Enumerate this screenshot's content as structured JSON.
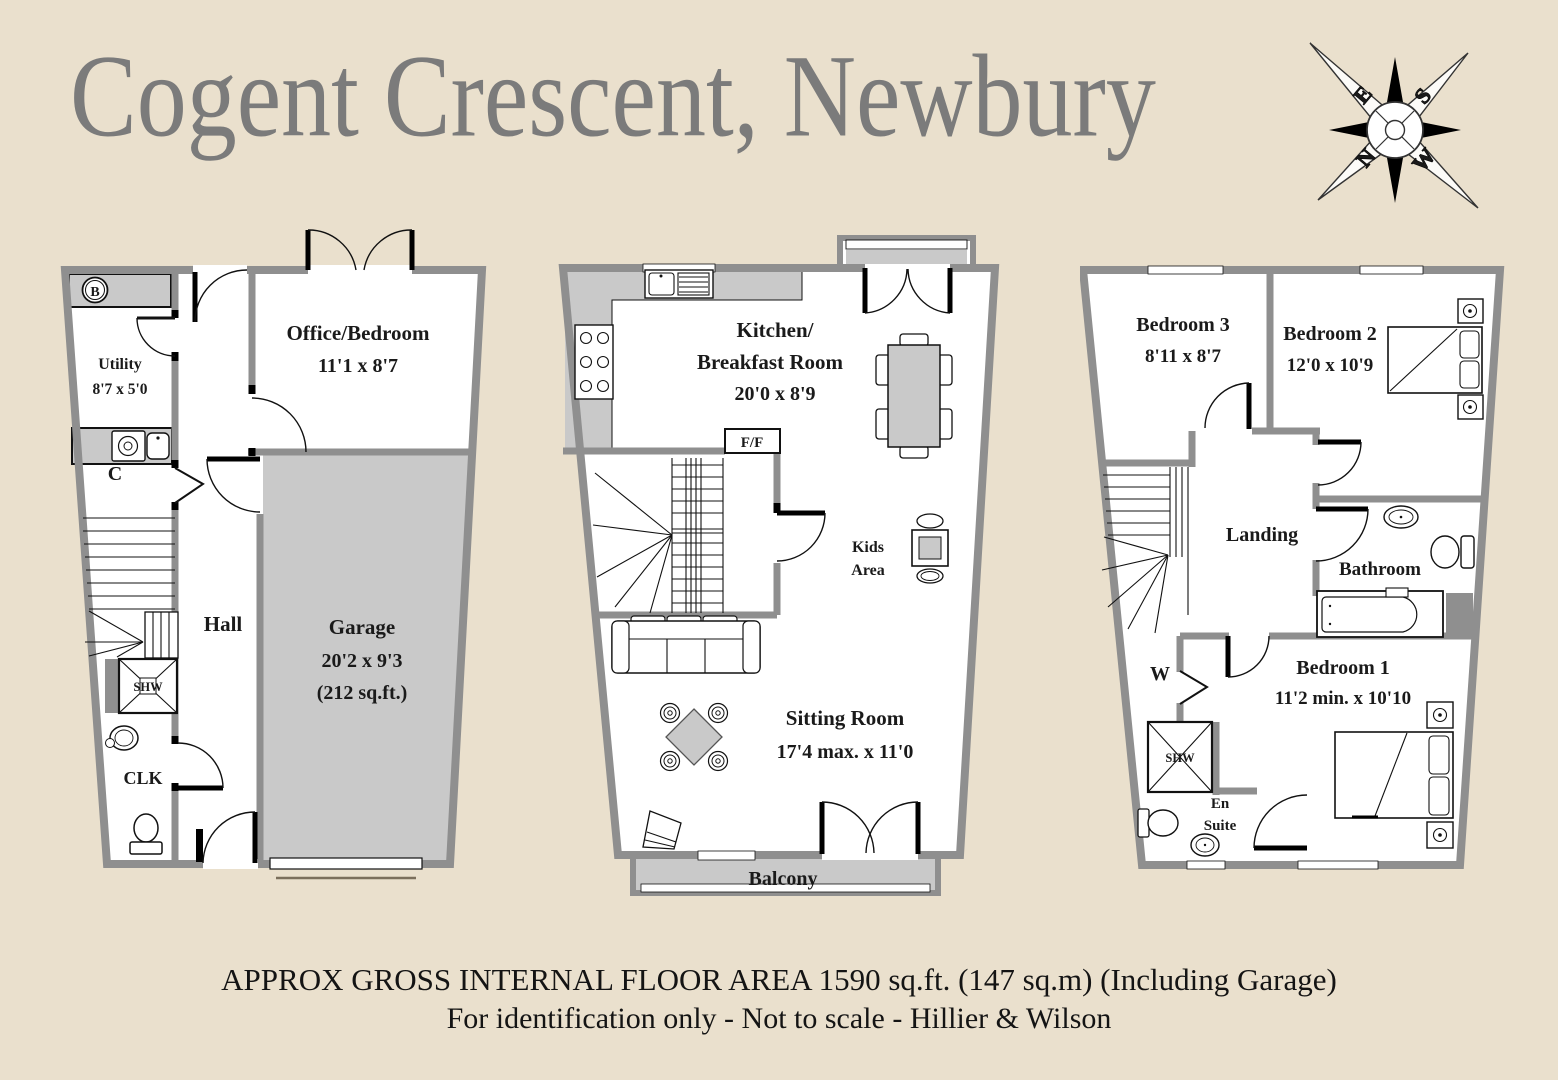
{
  "title": "Cogent Crescent, Newbury",
  "compass": {
    "north": "N",
    "east": "E",
    "south": "S",
    "west": "W"
  },
  "floors": {
    "ground": {
      "utility_name": "Utility",
      "utility_dims": "8'7 x 5'0",
      "office_name": "Office/Bedroom",
      "office_dims": "11'1 x 8'7",
      "hall_name": "Hall",
      "garage_name": "Garage",
      "garage_dims": "20'2 x 9'3",
      "garage_area": "(212 sq.ft.)",
      "c_label": "C",
      "shw_label": "SHW",
      "clk_label": "CLK",
      "boiler_label": "B"
    },
    "first": {
      "kitchen_line1": "Kitchen/",
      "kitchen_line2": "Breakfast Room",
      "kitchen_dims": "20'0 x 8'9",
      "ff_label": "F/F",
      "kids_line1": "Kids",
      "kids_line2": "Area",
      "sitting_name": "Sitting Room",
      "sitting_dims": "17'4 max. x 11'0",
      "balcony_name": "Balcony"
    },
    "second": {
      "bedroom3_name": "Bedroom 3",
      "bedroom3_dims": "8'11 x 8'7",
      "bedroom2_name": "Bedroom 2",
      "bedroom2_dims": "12'0 x 10'9",
      "landing_name": "Landing",
      "bathroom_name": "Bathroom",
      "bedroom1_name": "Bedroom 1",
      "bedroom1_dims": "11'2 min. x 10'10",
      "w_label": "W",
      "shw_label": "SHW",
      "ensuite_line1": "En",
      "ensuite_line2": "Suite"
    }
  },
  "footer": {
    "line1": "APPROX GROSS INTERNAL FLOOR AREA 1590  sq.ft. (147 sq.m) (Including Garage)",
    "line2": "For identification only - Not to scale - Hillier & Wilson"
  },
  "colors": {
    "background": "#eae0cd",
    "wall": "#8f8f8f",
    "light_fill": "#c9c9c9",
    "title": "#7b7b7b",
    "text": "#1a1a1a"
  }
}
